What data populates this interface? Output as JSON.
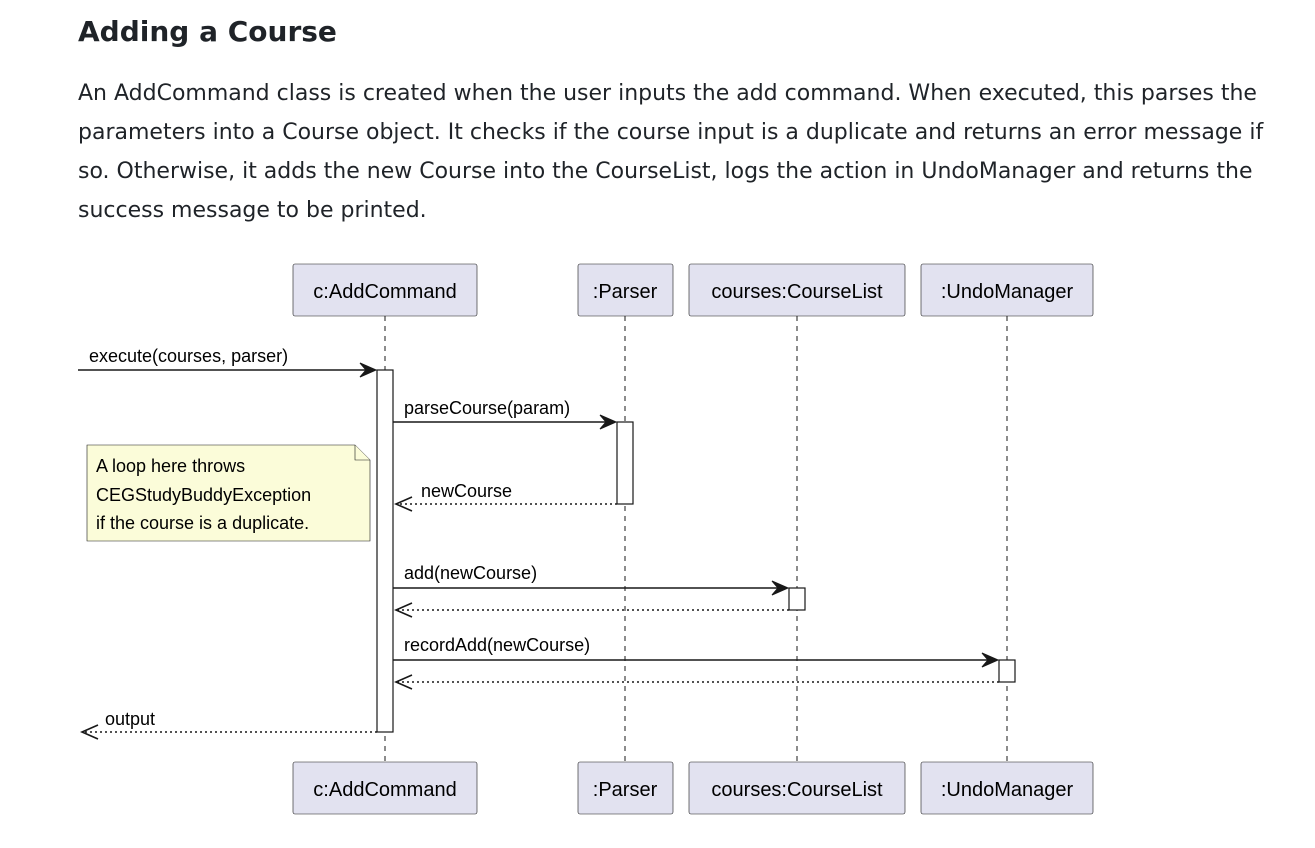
{
  "section": {
    "heading": "Adding a Course",
    "body": "An AddCommand class is created when the user inputs the add command. When executed, this parses the parameters into a Course object. It checks if the course input is a duplicate and returns an error message if so. Otherwise, it adds the new Course into the CourseList, logs the action in UndoManager and returns the success message to be printed."
  },
  "diagram": {
    "participants": [
      {
        "id": "addCommand",
        "label": "c:AddCommand"
      },
      {
        "id": "parser",
        "label": ":Parser"
      },
      {
        "id": "courseList",
        "label": "courses:CourseList"
      },
      {
        "id": "undoManager",
        "label": ":UndoManager"
      }
    ],
    "messages": [
      {
        "from": "external",
        "to": "addCommand",
        "label": "execute(courses, parser)",
        "style": "sync"
      },
      {
        "from": "addCommand",
        "to": "parser",
        "label": "parseCourse(param)",
        "style": "sync"
      },
      {
        "from": "parser",
        "to": "addCommand",
        "label": "newCourse",
        "style": "return"
      },
      {
        "from": "addCommand",
        "to": "courseList",
        "label": "add(newCourse)",
        "style": "sync"
      },
      {
        "from": "courseList",
        "to": "addCommand",
        "label": "",
        "style": "return"
      },
      {
        "from": "addCommand",
        "to": "undoManager",
        "label": "recordAdd(newCourse)",
        "style": "sync"
      },
      {
        "from": "undoManager",
        "to": "addCommand",
        "label": "",
        "style": "return"
      },
      {
        "from": "addCommand",
        "to": "external",
        "label": "output",
        "style": "return"
      }
    ],
    "note": {
      "lines": [
        "A loop here throws",
        "CEGStudyBuddyException",
        "if the course is a duplicate."
      ]
    }
  }
}
